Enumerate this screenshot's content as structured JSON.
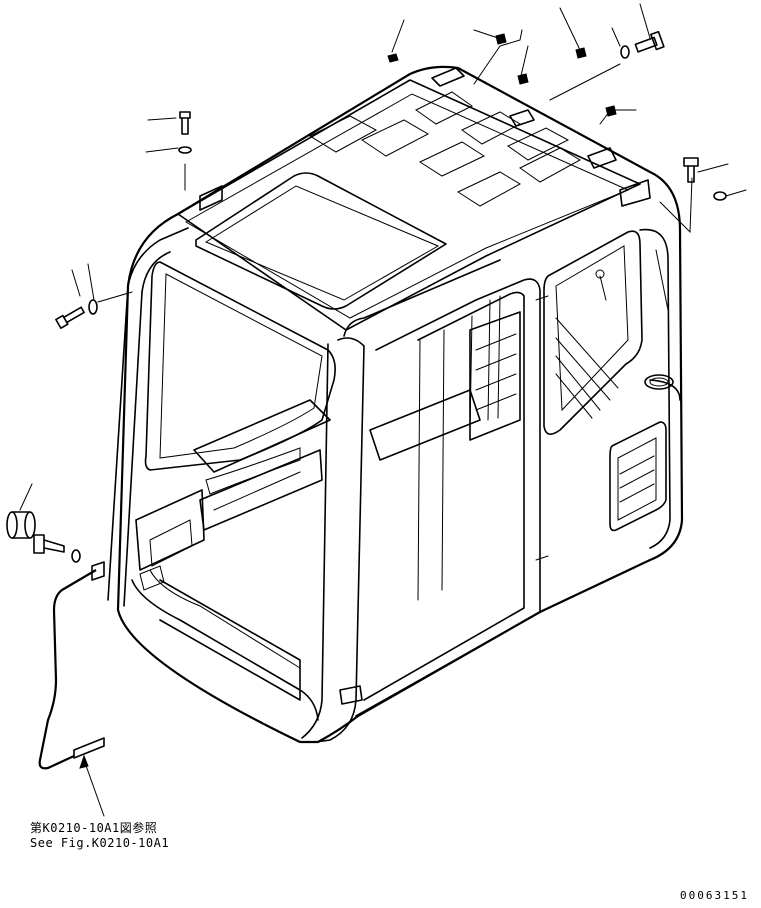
{
  "diagram": {
    "reference_note_jp": "第K0210-10A1図参照",
    "reference_note_en": "See Fig.K0210-10A1",
    "drawing_number": "00063151"
  }
}
